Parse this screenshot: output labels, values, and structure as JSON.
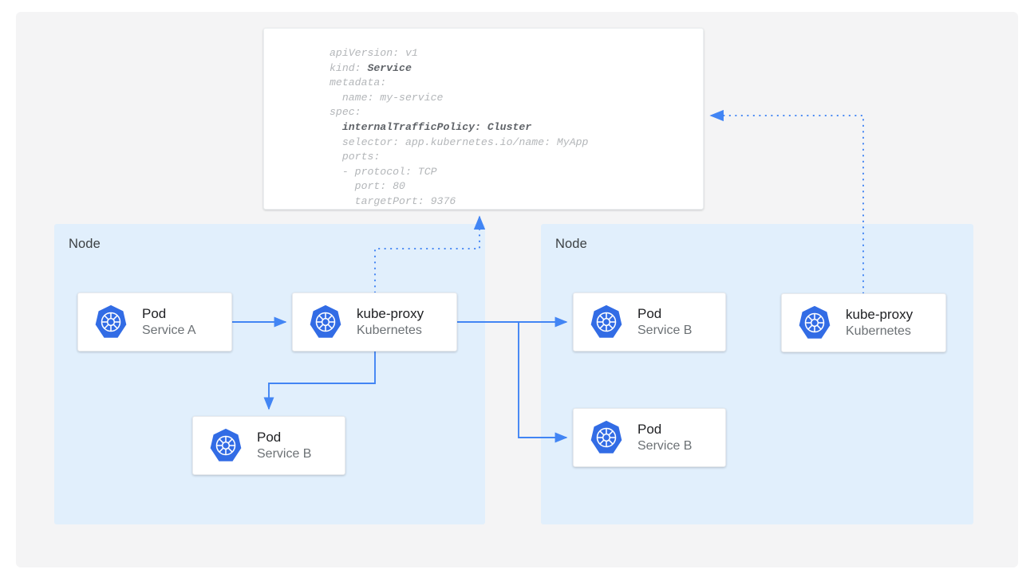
{
  "colors": {
    "page_background": "#ffffff",
    "canvas_background": "#f4f4f5",
    "node_background": "#e1effc",
    "card_background": "#ffffff",
    "edge_blue": "#4285f4",
    "k8s_blue": "#326ce5",
    "text_primary": "#202124",
    "text_secondary": "#6c7175",
    "code_muted": "#b3b6b9",
    "code_strong": "#5f6368"
  },
  "manifest": {
    "name": "service-yaml",
    "lines": [
      {
        "indent": 0,
        "text": "apiVersion: v1",
        "bold": false
      },
      {
        "indent": 0,
        "text": "kind: ",
        "bold": false,
        "bold_tail": "Service"
      },
      {
        "indent": 0,
        "text": "metadata:",
        "bold": false
      },
      {
        "indent": 1,
        "text": "name: my-service",
        "bold": false
      },
      {
        "indent": 0,
        "text": "spec:",
        "bold": false
      },
      {
        "indent": 1,
        "text": "internalTrafficPolicy: Cluster",
        "bold": true
      },
      {
        "indent": 1,
        "text": "selector: app.kubernetes.io/name: MyApp",
        "bold": false
      },
      {
        "indent": 1,
        "text": "ports:",
        "bold": false
      },
      {
        "indent": 1,
        "text": "- protocol: TCP",
        "bold": false
      },
      {
        "indent": 2,
        "text": "port: 80",
        "bold": false
      },
      {
        "indent": 2,
        "text": "targetPort: 9376",
        "bold": false
      }
    ]
  },
  "nodes": [
    {
      "id": "node-left",
      "label": "Node"
    },
    {
      "id": "node-right",
      "label": "Node"
    }
  ],
  "cards": [
    {
      "id": "pod-service-a",
      "title": "Pod",
      "subtitle": "Service A",
      "icon": "kubernetes-icon"
    },
    {
      "id": "kube-proxy-left",
      "title": "kube-proxy",
      "subtitle": "Kubernetes",
      "icon": "kubernetes-icon"
    },
    {
      "id": "pod-service-b-left",
      "title": "Pod",
      "subtitle": "Service B",
      "icon": "kubernetes-icon"
    },
    {
      "id": "pod-service-b-right-top",
      "title": "Pod",
      "subtitle": "Service B",
      "icon": "kubernetes-icon"
    },
    {
      "id": "pod-service-b-right-bottom",
      "title": "Pod",
      "subtitle": "Service B",
      "icon": "kubernetes-icon"
    },
    {
      "id": "kube-proxy-right",
      "title": "kube-proxy",
      "subtitle": "Kubernetes",
      "icon": "kubernetes-icon"
    }
  ],
  "edges": [
    {
      "id": "pod-a-to-kube-proxy",
      "style": "solid",
      "arrow": true
    },
    {
      "id": "kube-proxy-to-local-pod-b",
      "style": "solid",
      "arrow": true
    },
    {
      "id": "kube-proxy-to-remote-pod-b-top",
      "style": "solid",
      "arrow": true
    },
    {
      "id": "kube-proxy-to-remote-pod-b-bottom",
      "style": "solid",
      "arrow": true
    },
    {
      "id": "kube-proxy-left-to-service-manifest",
      "style": "dotted",
      "arrow": true
    },
    {
      "id": "kube-proxy-right-to-service-manifest",
      "style": "dotted",
      "arrow": true
    }
  ]
}
